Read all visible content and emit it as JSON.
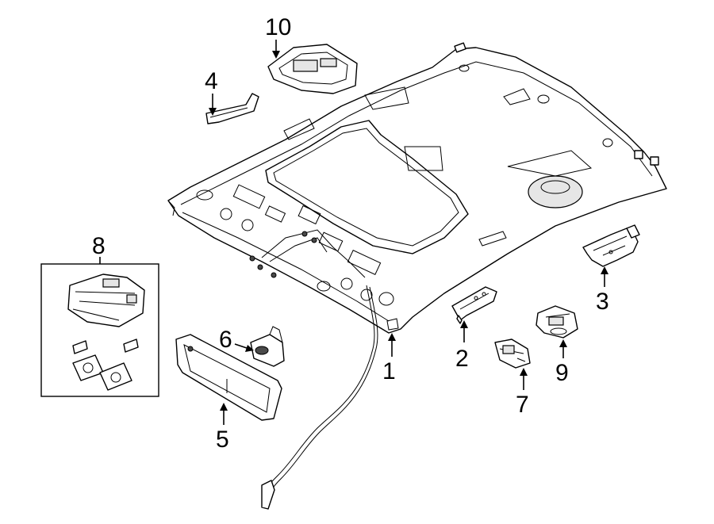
{
  "callouts": {
    "c1": "1",
    "c2": "2",
    "c3": "3",
    "c4": "4",
    "c5": "5",
    "c6": "6",
    "c7": "7",
    "c8": "8",
    "c9": "9",
    "c10": "10"
  },
  "colors": {
    "line": "#000000",
    "background": "#ffffff",
    "shading": "#e6e6e6"
  }
}
